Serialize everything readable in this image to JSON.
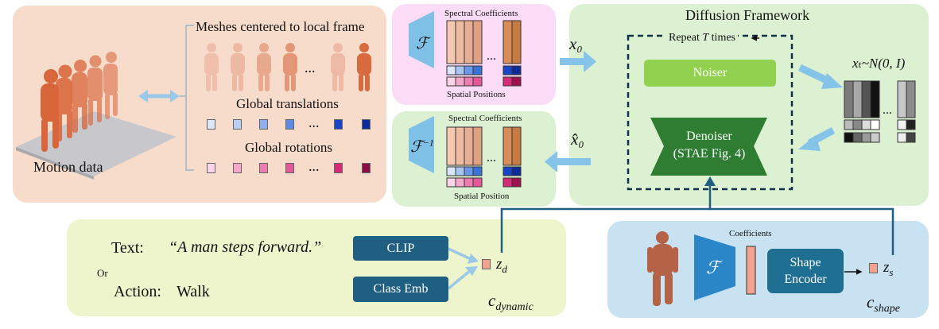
{
  "motion": {
    "meshes_label": "Meshes centered to local frame",
    "translations_label": "Global translations",
    "rotations_label": "Global rotations",
    "motion_data_label": "Motion data",
    "ellipsis": "..."
  },
  "spectral_top": {
    "title": "Spectral Coefficients",
    "bottom_label": "Spatial Positions",
    "operator": "ℱ"
  },
  "spectral_bottom": {
    "title": "Spectral Coefficients",
    "bottom_label": "Spatial Position",
    "operator": "ℱ",
    "operator_sup": "−1"
  },
  "x0_label": "x₀",
  "x0hat_label": "x̂₀",
  "diffusion": {
    "title": "Diffusion Framework",
    "repeat_prefix": "Repeat ",
    "repeat_var": "T",
    "repeat_suffix": " times",
    "noiser_label": "Noiser",
    "denoiser_line1": "Denoiser",
    "denoiser_line2": "(STAE  Fig. 4)",
    "noise_label": "xₜ~N(0, I)"
  },
  "conditions": {
    "text_prefix": "Text:",
    "text_value": "“A man steps forward.”",
    "or_label": "Or",
    "action_prefix": "Action:",
    "action_value": "Walk",
    "clip_label": "CLIP",
    "class_emb_label": "Class Emb",
    "zd_label": "z",
    "zd_sub": "d",
    "c_dynamic_label": "c",
    "c_dynamic_sub": "dynamic"
  },
  "shape": {
    "coefficients_label": "Coefficients",
    "operator": "ℱ",
    "encoder_line1": "Shape",
    "encoder_line2": "Encoder",
    "zs_label": "z",
    "zs_sub": "s",
    "c_shape_label": "c",
    "c_shape_sub": "shape"
  },
  "colors": {
    "motion_panel": "#f8dccb",
    "spectral_top_panel": "#fbdcf6",
    "spectral_bottom_panel": "#dcf0d2",
    "diffusion_panel": "#dcf0d2",
    "condition_panel": "#eef5cc",
    "shape_panel": "#c9e2f2",
    "arrow_blue": "#86c3e8",
    "dark_teal": "#1f5f82",
    "noiser_green": "#92d050",
    "denoiser_green": "#2e7d32",
    "operator_blue": "#7fc0e6",
    "peach_square": "#f2a28e"
  }
}
